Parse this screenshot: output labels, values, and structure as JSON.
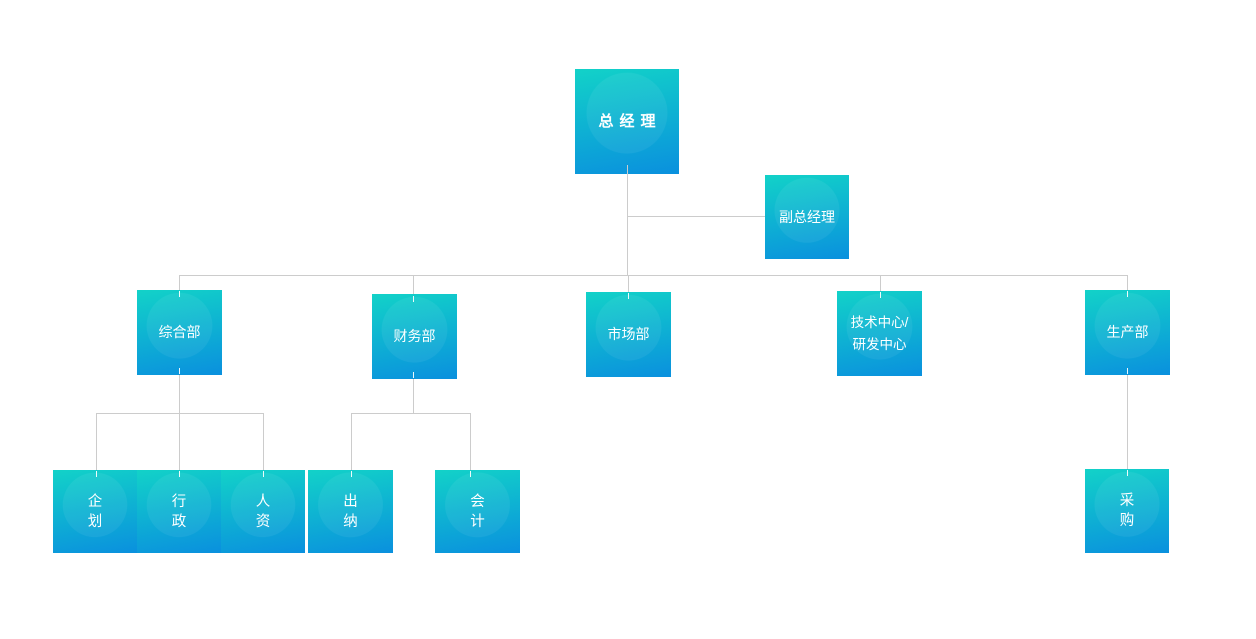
{
  "diagram": {
    "type": "org-chart",
    "background": "#ffffff",
    "colors": {
      "node_gradient_top": "#12d2c8",
      "node_gradient_bottom": "#0a90de",
      "connector_line": "#cccccc",
      "node_text": "#ffffff"
    },
    "nodes": {
      "general_manager": {
        "label": "总经理"
      },
      "deputy_general_manager": {
        "label": "副总经理"
      },
      "general_department": {
        "label": "综合部"
      },
      "finance_department": {
        "label": "财务部"
      },
      "marketing_department": {
        "label": "市场部"
      },
      "tech_center": {
        "label": "技术中心/研发中心",
        "line1": "技术中心/",
        "line2": "研发中心"
      },
      "production_department": {
        "label": "生产部"
      },
      "planning": {
        "label": "企划"
      },
      "administration": {
        "label": "行政"
      },
      "human_resources": {
        "label": "人资"
      },
      "cashier": {
        "label": "出纳"
      },
      "accounting": {
        "label": "会计"
      },
      "procurement": {
        "label": "采购"
      }
    },
    "edges": [
      [
        "general_manager",
        "deputy_general_manager"
      ],
      [
        "general_manager",
        "general_department"
      ],
      [
        "general_manager",
        "finance_department"
      ],
      [
        "general_manager",
        "marketing_department"
      ],
      [
        "general_manager",
        "tech_center"
      ],
      [
        "general_manager",
        "production_department"
      ],
      [
        "general_department",
        "planning"
      ],
      [
        "general_department",
        "administration"
      ],
      [
        "general_department",
        "human_resources"
      ],
      [
        "finance_department",
        "cashier"
      ],
      [
        "finance_department",
        "accounting"
      ],
      [
        "production_department",
        "procurement"
      ]
    ]
  }
}
